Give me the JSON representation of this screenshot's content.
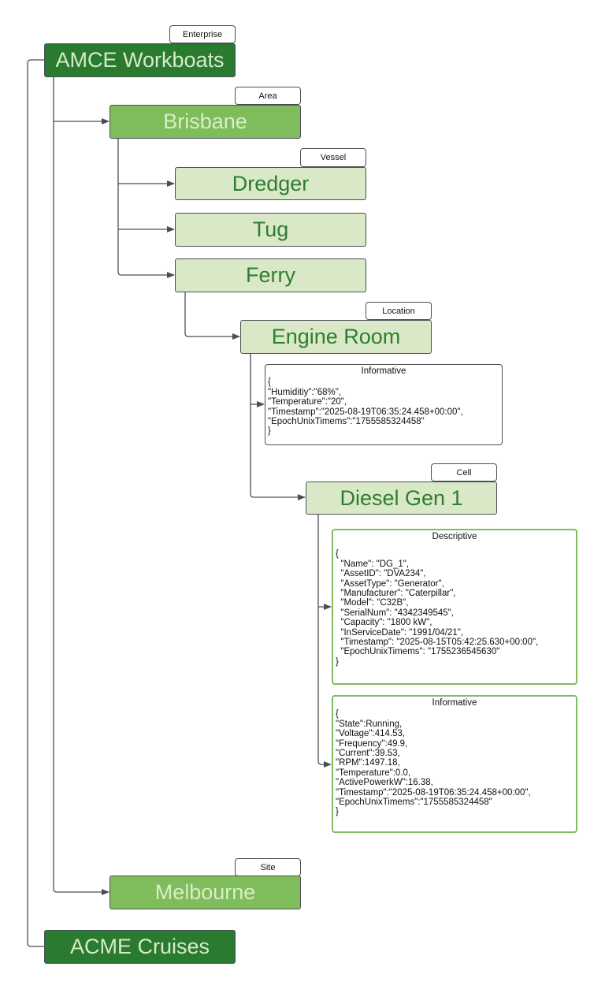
{
  "diagram": {
    "enterprise": {
      "label": "AMCE Workboats",
      "tag": "Enterprise"
    },
    "area": {
      "label": "Brisbane",
      "tag": "Area"
    },
    "vessels": {
      "tag": "Vessel",
      "items": [
        "Dredger",
        "Tug",
        "Ferry"
      ]
    },
    "location": {
      "label": "Engine Room",
      "tag": "Location"
    },
    "location_informative": {
      "title": "Informative",
      "lines": [
        "{",
        "\"Humiditiy\":\"68%\",",
        "\"Temperature\":\"20\",",
        "\"Timestamp\":\"2025-08-19T06:35:24.458+00:00\",",
        "\"EpochUnixTimems\":\"1755585324458\"",
        "}"
      ]
    },
    "cell": {
      "label": "Diesel Gen 1",
      "tag": "Cell"
    },
    "cell_descriptive": {
      "title": "Descriptive",
      "lines": [
        "{",
        "  \"Name\": \"DG_1\",",
        "  \"AssetID\": \"DVA234\",",
        "  \"AssetType\": \"Generator\",",
        "  \"Manufacturer\": \"Caterpillar\",",
        "  \"Model\": \"C32B\",",
        "  \"SerialNum\": \"4342349545\",",
        "  \"Capacity\": \"1800 kW\",",
        "  \"InServiceDate\": \"1991/04/21\",",
        "  \"Timestamp\": \"2025-08-15T05:42:25.630+00:00\",",
        "  \"EpochUnixTimems\": \"1755236545630\"",
        "}"
      ]
    },
    "cell_informative": {
      "title": "Informative",
      "lines": [
        "{",
        "\"State\":Running,",
        "\"Voltage\":414.53,",
        "\"Frequency\":49.9,",
        "\"Current\":39.53,",
        "\"RPM\":1497.18,",
        "\"Temperature\":0.0,",
        "\"ActivePowerkW\":16.38,",
        "\"Timestamp\":\"2025-08-19T06:35:24.458+00:00\",",
        "\"EpochUnixTimems\":\"1755585324458\"",
        "}"
      ]
    },
    "site": {
      "label": "Melbourne",
      "tag": "Site"
    },
    "enterprise2": {
      "label": "ACME Cruises"
    }
  },
  "colors": {
    "enterprise_fill": "#2a7a30",
    "area_fill": "#7fbd5c",
    "level_fill": "#d9e8c6",
    "level_text": "#2e7d32",
    "connector": "#4a4f57",
    "attribute_border": "#7fbd5c"
  }
}
